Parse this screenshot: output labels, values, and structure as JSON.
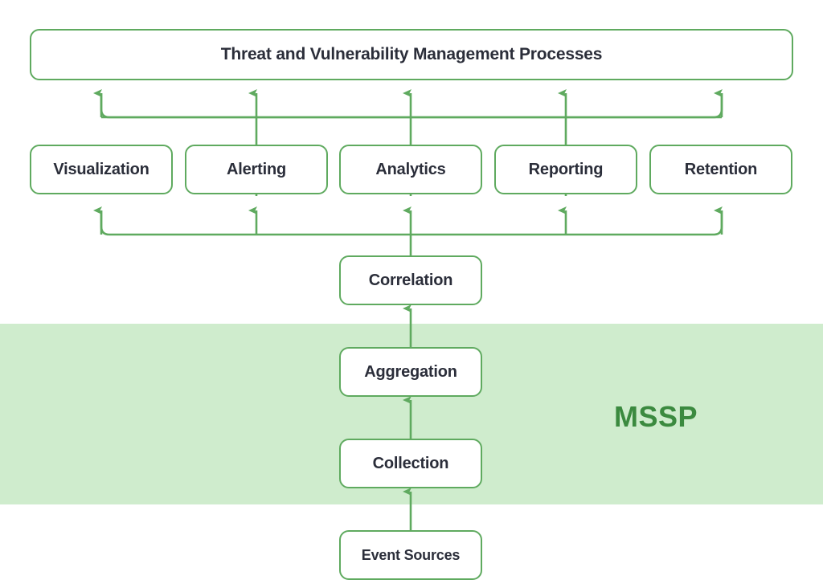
{
  "diagram": {
    "title": "Threat and Vulnerability Management Processes",
    "colors": {
      "box_border": "#5faa5f",
      "box_fill": "#ffffff",
      "connector": "#5faa5f",
      "band_fill": "#cfeccd",
      "band_label_text": "#3b8a3f",
      "label_text": "#2b2e3a",
      "page_background": "#ffffff"
    },
    "top_process": {
      "label": "Threat and Vulnerability Management Processes"
    },
    "capability_row": [
      {
        "label": "Visualization"
      },
      {
        "label": "Alerting"
      },
      {
        "label": "Analytics"
      },
      {
        "label": "Reporting"
      },
      {
        "label": "Retention"
      }
    ],
    "pipeline": [
      {
        "label": "Correlation"
      },
      {
        "label": "Aggregation"
      },
      {
        "label": "Collection"
      },
      {
        "label": "Event Sources"
      }
    ],
    "band": {
      "label": "MSSP"
    }
  }
}
